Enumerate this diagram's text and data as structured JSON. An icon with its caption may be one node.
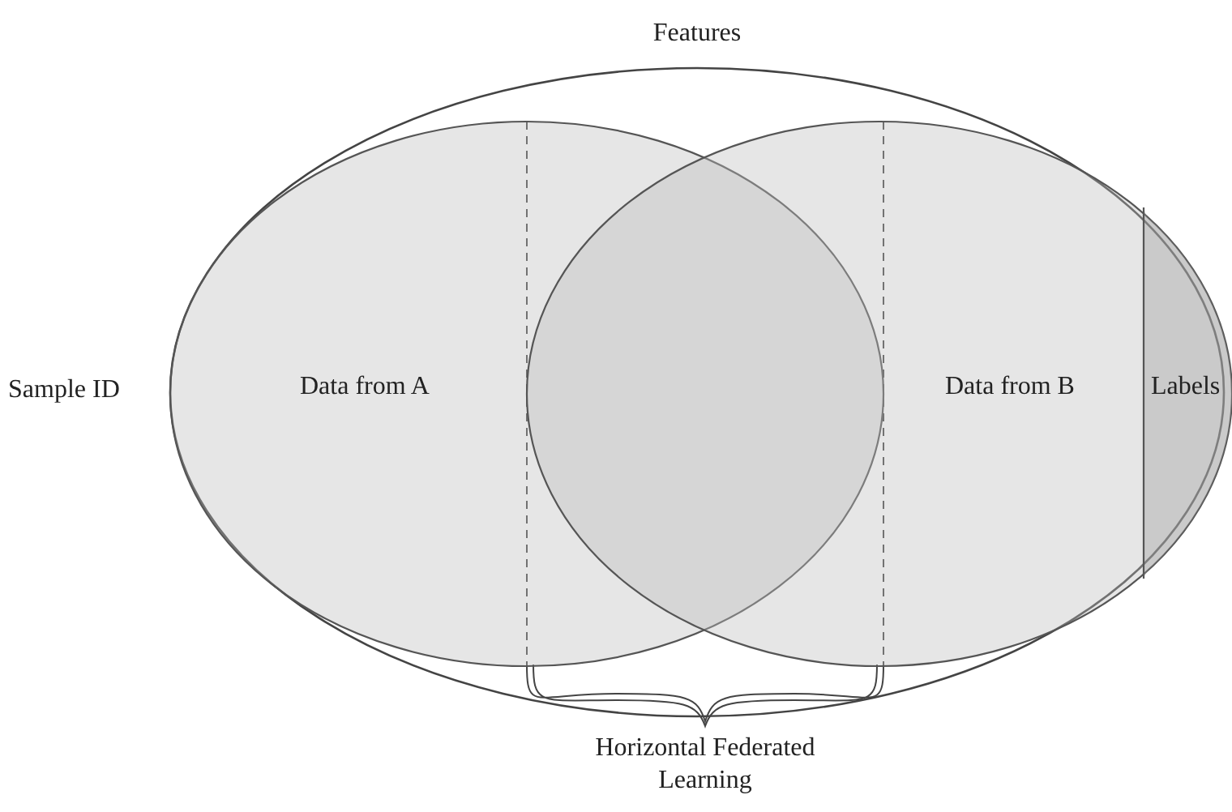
{
  "diagram": {
    "nodes": [
      {
        "text": [
          "Features"
        ]
      },
      {
        "text": [
          "Data from A"
        ],
        "in": 0
      },
      {
        "text": [
          "Data from B"
        ],
        "in": 0
      },
      {
        "text": [
          "Labels"
        ],
        "in": 2
      }
    ],
    "labels": [
      "Sample ID",
      "Horizontal Federated Learning"
    ]
  }
}
